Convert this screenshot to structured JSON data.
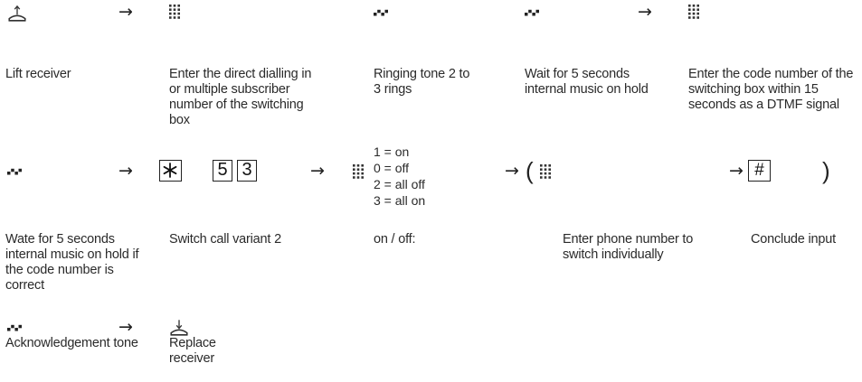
{
  "row1": {
    "step1": "Lift receiver",
    "step2": "Enter the direct dialling in or multiple subscriber number of the switching box",
    "step3": "Ringing tone 2 to 3 rings",
    "step4": "Wait for 5 seconds internal music on hold",
    "step5": "Enter the code number of the switching box within 15 seconds as a DTMF signal"
  },
  "row2": {
    "keys": [
      "*",
      "5",
      "3"
    ],
    "options": [
      "1 = on",
      "0 = off",
      "2 = all off",
      "3 = all on"
    ],
    "hash_key": "#",
    "open_paren": "(",
    "close_paren": ")",
    "step1": "Wate for 5 seconds internal music on hold if the code number is correct",
    "step2": "Switch call variant 2",
    "step3": "on / off:",
    "step4": "Enter phone number to switch individually",
    "step5": "Conclude input"
  },
  "row3": {
    "step1": "Acknowledgement tone",
    "step2": "Replace receiver"
  },
  "arrow_glyph": "→",
  "icons": [
    "lift-receiver-icon",
    "keypad-icon",
    "tone-icon",
    "replace-receiver-icon",
    "asterisk-icon"
  ]
}
